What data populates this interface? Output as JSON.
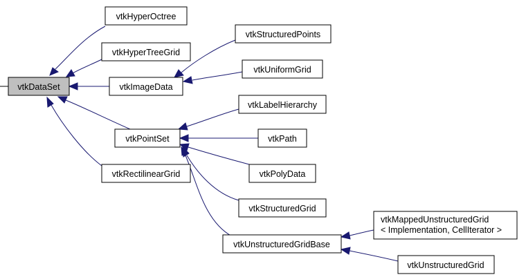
{
  "nodes": {
    "vtkDataSet": "vtkDataSet",
    "vtkHyperOctree": "vtkHyperOctree",
    "vtkHyperTreeGrid": "vtkHyperTreeGrid",
    "vtkImageData": "vtkImageData",
    "vtkStructuredPoints": "vtkStructuredPoints",
    "vtkUniformGrid": "vtkUniformGrid",
    "vtkLabelHierarchy": "vtkLabelHierarchy",
    "vtkPointSet": "vtkPointSet",
    "vtkPath": "vtkPath",
    "vtkRectilinearGrid": "vtkRectilinearGrid",
    "vtkPolyData": "vtkPolyData",
    "vtkStructuredGrid": "vtkStructuredGrid",
    "vtkMappedUnstructuredGrid_line1": "vtkMappedUnstructuredGrid",
    "vtkMappedUnstructuredGrid_line2": "< Implementation, CellIterator >",
    "vtkUnstructuredGridBase": "vtkUnstructuredGridBase",
    "vtkUnstructuredGrid": "vtkUnstructuredGrid"
  },
  "colors": {
    "edge": "#191970",
    "highlight_fill": "#bfbfbf",
    "box_stroke": "#000000"
  }
}
